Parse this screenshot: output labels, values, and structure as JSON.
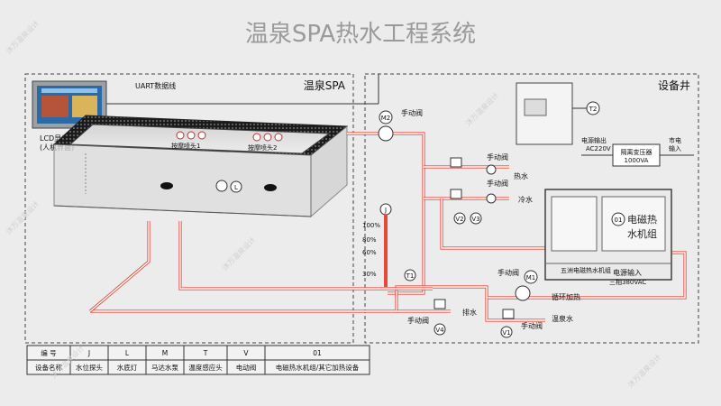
{
  "title": "温泉SPA热水工程系统",
  "zones": {
    "spa": "温泉SPA",
    "equipment_well": "设备井"
  },
  "labels": {
    "uart": "UART数据线",
    "lcd_line1": "LCD显示屏",
    "lcd_line2": "(人机界面)",
    "jet1": "按摩喷头1",
    "jet2": "按摩喷头2",
    "valve_m2": "手动阀",
    "valve_hot": "手动阀",
    "hot_water": "热水",
    "valve_cold": "手动阀",
    "cold_water": "冷水",
    "power_out": "电源输出",
    "ac220": "AC220V",
    "transformer1": "隔离变压器",
    "transformer2": "1000VA",
    "mains1": "市电",
    "mains2": "输入",
    "heater1": "电磁热",
    "heater2": "水机组",
    "heater_plate": "五洲电磁热水机组",
    "power_in1": "电源输入",
    "power_in2": "三相380VAC",
    "valve_m1": "手动阀",
    "circulation": "循环加热",
    "drain": "排水",
    "valve_v4": "手动阀",
    "valve_v1": "手动阀",
    "spring_water": "温泉水"
  },
  "symbols": {
    "J": "J",
    "L": "L",
    "M1": "M1",
    "M2": "M2",
    "T1": "T1",
    "T2": "T2",
    "V1": "V1",
    "V2": "V2",
    "V3": "V3",
    "V4": "V4",
    "H": "01"
  },
  "level_scale": [
    "100%",
    "80%",
    "60%",
    "30%"
  ],
  "legend": {
    "header_code": "编  号",
    "header_name": "设备名称",
    "codes": [
      "J",
      "L",
      "M",
      "T",
      "V",
      "01"
    ],
    "names": [
      "水位探头",
      "水底灯",
      "马达水泵",
      "温度感应头",
      "电动阀",
      "电磁热水机组/其它加热设备"
    ]
  },
  "watermark": "沐万温泉设计",
  "colors": {
    "pipe": "#e8483b",
    "background": "#ececec",
    "title": "#9a9a9a"
  }
}
